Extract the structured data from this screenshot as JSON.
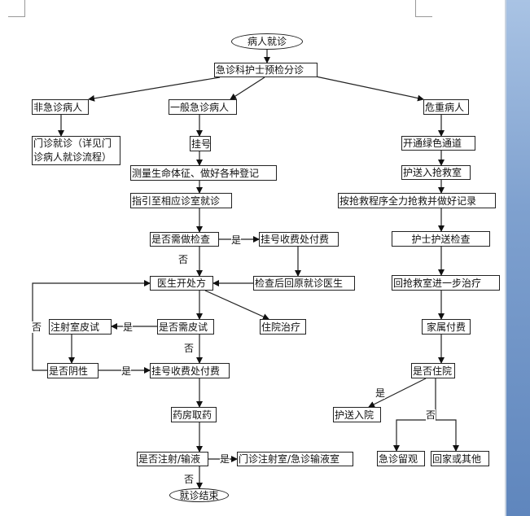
{
  "flowchart": {
    "nodes": {
      "start": "病人就诊",
      "triage": "急诊科护士预检分诊",
      "non_emergency": "非急诊病人",
      "general_emergency": "一般急诊病人",
      "critical": "危重病人",
      "outpatient": "门诊就诊（详见门诊病人就诊流程）",
      "register": "挂号",
      "vitals": "测量生命体征、做好各种登记",
      "guide": "指引至相应诊室就诊",
      "need_exam": "是否需做检查",
      "pay_exam": "挂号收费处付费",
      "prescribe": "医生开处方",
      "return_doctor": "检查后回原就诊医生",
      "hospitalize_treat": "住院治疗",
      "need_skin_test": "是否需皮试",
      "skin_test_room": "注射室皮试",
      "negative": "是否阴性",
      "pay_drug": "挂号收费处付费",
      "pharmacy": "药房取药",
      "need_injection": "是否注射/输液",
      "injection_room": "门诊注射室/急诊输液室",
      "end": "就诊结束",
      "green_channel": "开通绿色通道",
      "to_rescue": "护送入抢救室",
      "rescue": "按抢救程序全力抢救并做好记录",
      "escort_exam": "护士护送检查",
      "back_rescue": "回抢救室进一步治疗",
      "family_pay": "家属付费",
      "admit": "是否住院",
      "escort_admit": "护送入院",
      "observe": "急诊留观",
      "home": "回家或其他"
    },
    "labels": {
      "yes": "是",
      "no": "否"
    }
  }
}
